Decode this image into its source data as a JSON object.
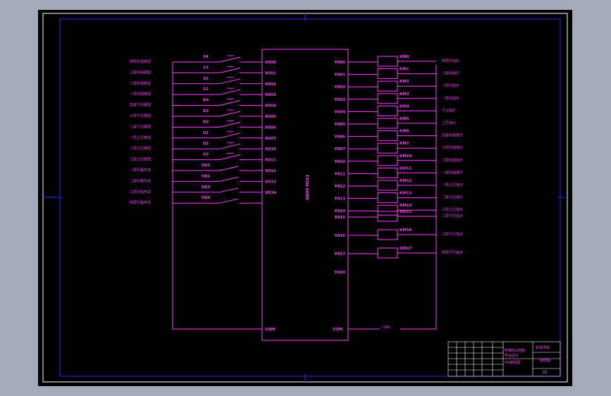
{
  "colors": {
    "page_bg": "#a3abb8",
    "sheet_bg": "#000000",
    "frame": "#ffffff",
    "border": "#2a2aff",
    "wire": "#ff3cff"
  },
  "plc": {
    "model": "FX2N-48MR",
    "inputs": [
      "X000",
      "X001",
      "X002",
      "X003",
      "X004",
      "X005",
      "X006",
      "X007",
      "X010",
      "X011",
      "X012",
      "X013",
      "X014"
    ],
    "input_com": "COM",
    "outputs": [
      "Y000",
      "Y001",
      "Y002",
      "Y003",
      "Y004",
      "Y005",
      "Y006",
      "Y007",
      "Y010",
      "Y011",
      "Y012",
      "Y013",
      "Y014",
      "Y015",
      "Y016",
      "Y017",
      "Y020"
    ],
    "output_com": "COM"
  },
  "input_devices": [
    "S4",
    "S3",
    "S2",
    "S1",
    "D4",
    "D3",
    "D2",
    "U1",
    "U2",
    "U3",
    "SQ1",
    "SQ2",
    "SQ3",
    "SQ4"
  ],
  "input_functions": [
    "四层内选按钮",
    "三层内选按钮",
    "二层内选按钮",
    "一层内选按钮",
    "四层下行按钮",
    "三层下行按钮",
    "二层下行按钮",
    "一层上行按钮",
    "二层上行按钮",
    "三层上行按钮",
    "一层行程开关",
    "二层行程开关",
    "三层行程开关",
    "四层行程开关"
  ],
  "output_coils": [
    "KM0",
    "KM1",
    "KM2",
    "KM3",
    "KM4",
    "KM5",
    "KM6",
    "KM7",
    "KM10",
    "KM11",
    "KM12",
    "KM13",
    "KM14",
    "KM15",
    "KM16",
    "KM17"
  ],
  "output_functions": [
    "四层内指示",
    "三层内指示",
    "二层内指示",
    "一层内指示",
    "下行指示",
    "上行指示",
    "四层内选指示",
    "三层内选指示",
    "二层内选指示",
    "一层内选指示",
    "一层上行指示",
    "二层上行指示",
    "三层上行指示",
    "二层下行指示",
    "三层下行指示",
    "四层下行指示"
  ],
  "power_label": "~24V",
  "title_block": {
    "project": "电梯PLC控制",
    "drawing": "接线图",
    "school": "机电学院",
    "scale": "A3",
    "subtitle": "I/O接线图",
    "sheet": "毕业设计"
  }
}
